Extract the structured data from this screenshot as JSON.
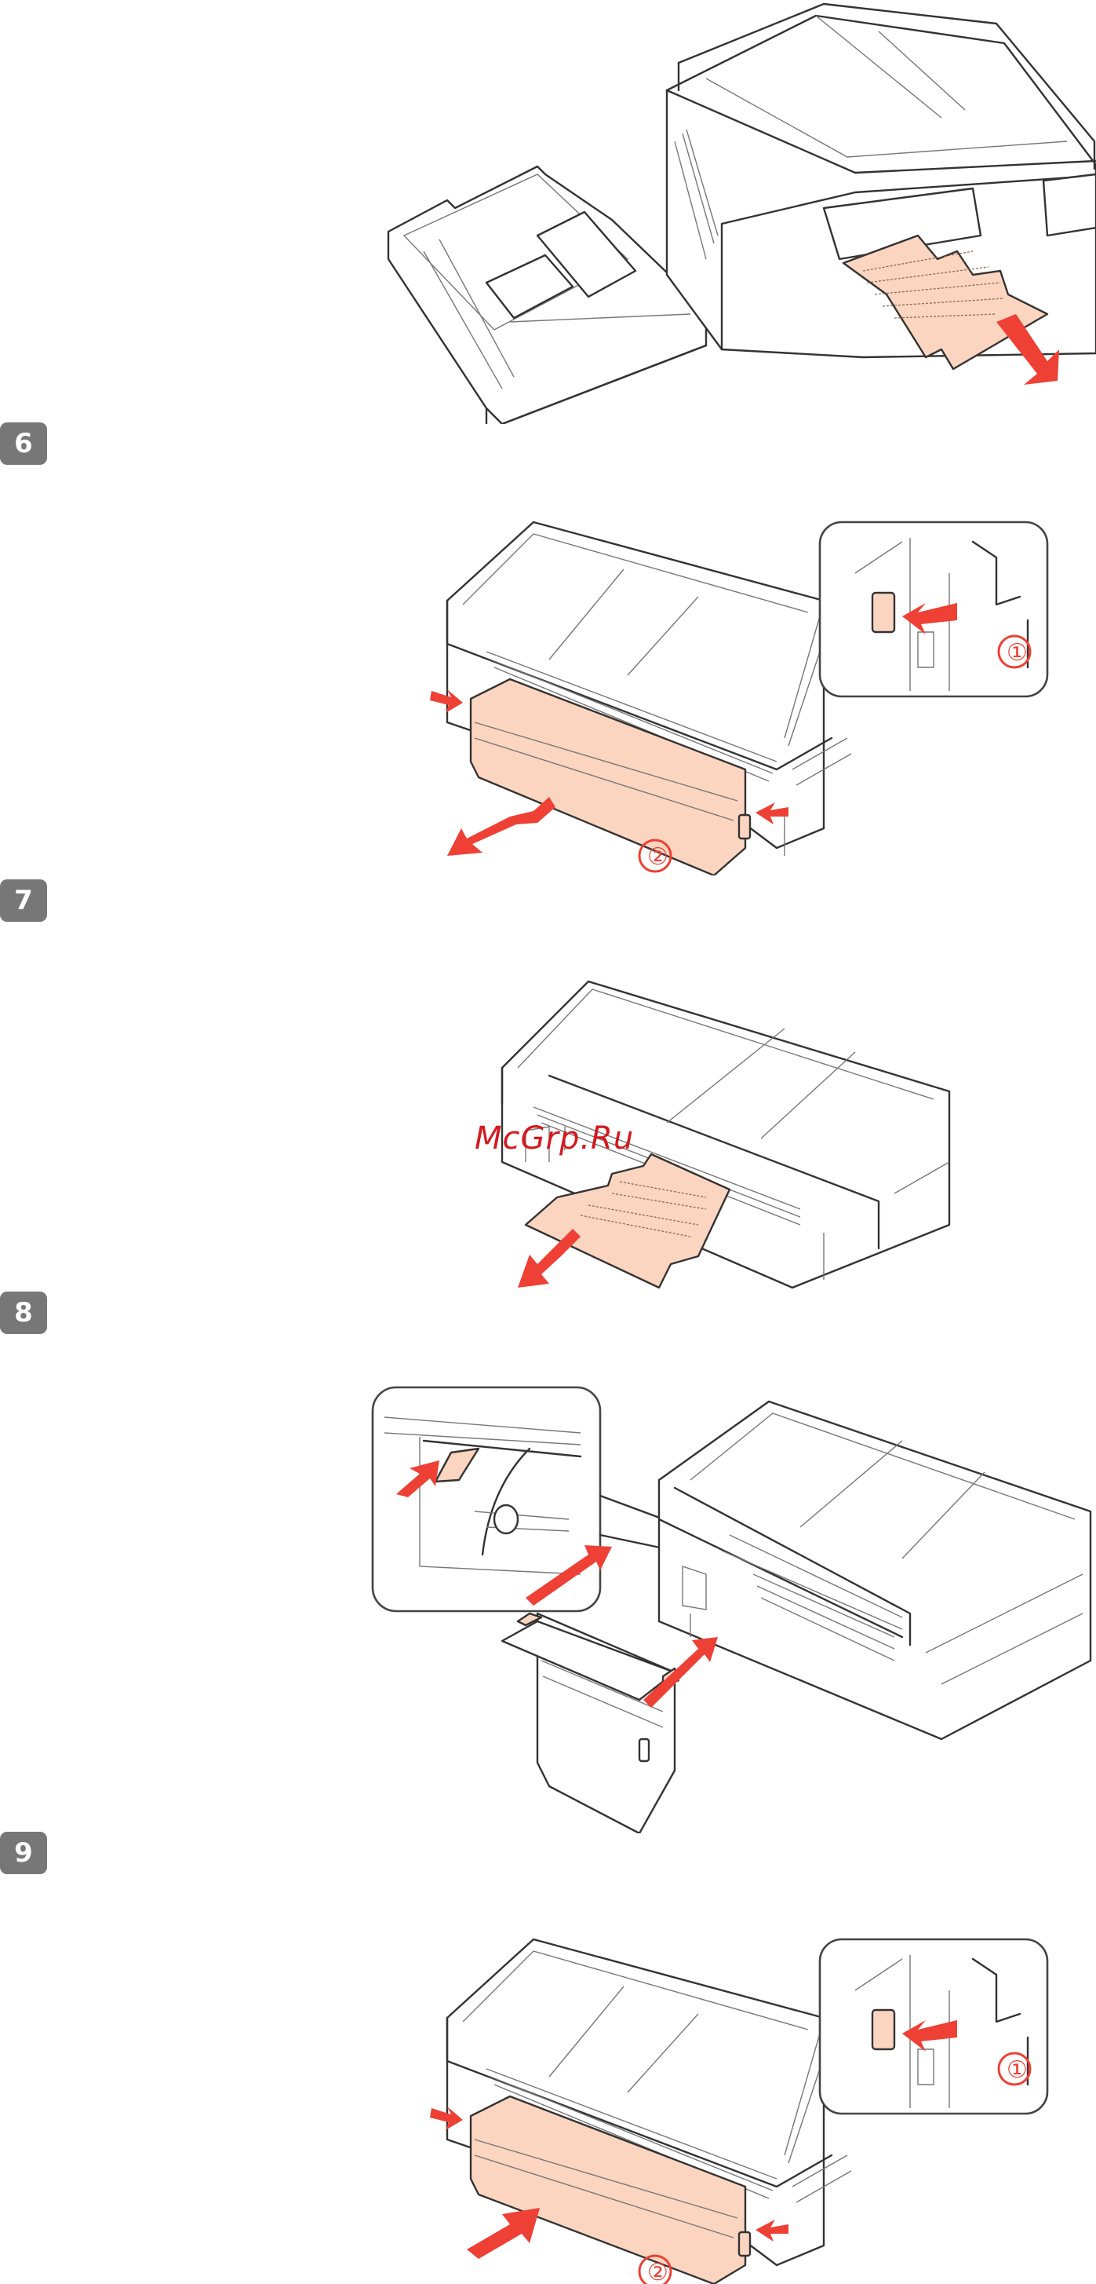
{
  "page": {
    "background": "#ffffff",
    "colors": {
      "badge": "#777777",
      "badge_text": "#ffffff",
      "arrow": "#ee4035",
      "paper_fill": "#fcd5c0",
      "line_art": "#333333",
      "watermark": "#d4191f"
    }
  },
  "steps": [
    {
      "number": "6",
      "figure": "remove-rear-unit",
      "callouts": [
        "①",
        "②"
      ],
      "inset": "press-rear-unit-tab"
    },
    {
      "number": "7",
      "figure": "pull-jammed-paper-from-rear",
      "callouts": []
    },
    {
      "number": "8",
      "figure": "reattach-rear-unit",
      "callouts": [],
      "inset": "rear-unit-guide-alignment"
    },
    {
      "number": "9",
      "figure": "push-rear-unit-in",
      "callouts": [
        "①",
        "②"
      ],
      "inset": "press-rear-unit-tab"
    }
  ],
  "figures": {
    "top": {
      "description": "paper-cassette-removed-and-jammed-paper-pulled-from-front"
    },
    "step6": {
      "callout_1": "①",
      "callout_2": "②"
    },
    "step9": {
      "callout_1": "①",
      "callout_2": "②"
    }
  },
  "watermark": {
    "text": "McGrp.Ru"
  }
}
